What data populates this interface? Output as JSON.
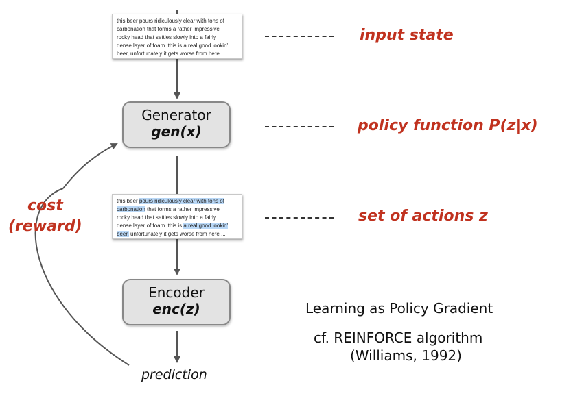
{
  "input_text": {
    "segments": [
      {
        "text": "this beer pours ridiculously clear with tons of",
        "hl": false
      },
      {
        "text": "carbonation that forms a rather impressive",
        "hl": false
      },
      {
        "text": "rocky head that settles slowly into a fairly",
        "hl": false
      },
      {
        "text": "dense layer of foam. this is a real good lookin'",
        "hl": false
      },
      {
        "text": "beer, unfortunately it gets worse from here ...",
        "hl": false
      }
    ]
  },
  "action_text": {
    "lines": [
      [
        {
          "text": "this beer ",
          "hl": false
        },
        {
          "text": "pours ridiculously clear with tons of",
          "hl": true
        }
      ],
      [
        {
          "text": "carbonation",
          "hl": true
        },
        {
          "text": " that forms a rather impressive",
          "hl": false
        }
      ],
      [
        {
          "text": "rocky head that settles slowly into a fairly",
          "hl": false
        }
      ],
      [
        {
          "text": "dense layer of foam. this is ",
          "hl": false
        },
        {
          "text": "a real good lookin'",
          "hl": true
        }
      ],
      [
        {
          "text": "beer,",
          "hl": true
        },
        {
          "text": " unfortunately it gets worse from here ...",
          "hl": false
        }
      ]
    ]
  },
  "generator": {
    "title": "Generator",
    "func": "gen(x)"
  },
  "encoder": {
    "title": "Encoder",
    "func": "enc(z)"
  },
  "labels": {
    "input_state": "input state",
    "policy_function": "policy function P(z|x)",
    "actions": "set of actions z",
    "cost_line1": "cost",
    "cost_line2": "(reward)",
    "prediction": "prediction"
  },
  "notes": {
    "line1": "Learning as Policy Gradient",
    "line2": "cf. REINFORCE algorithm",
    "line3": "(Williams, 1992)"
  },
  "colors": {
    "accent": "#c0321f",
    "highlight": "#b9d8f7",
    "node_fill": "#e3e3e3"
  }
}
